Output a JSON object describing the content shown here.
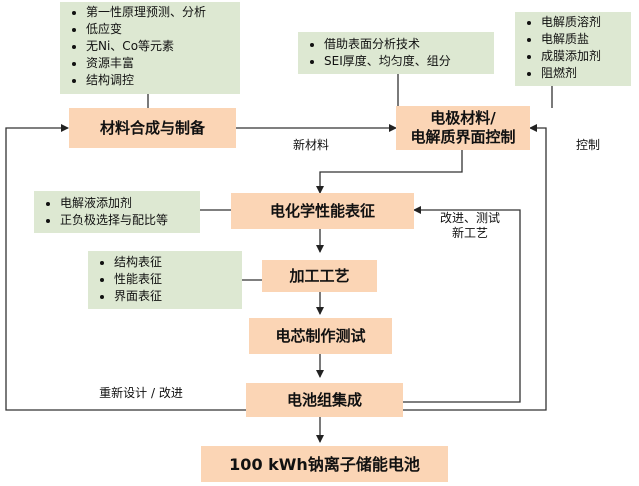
{
  "notes": {
    "synthesis": [
      "第一性原理预测、分析",
      "低应变",
      "无Ni、Co等元素",
      "资源丰富",
      "结构调控"
    ],
    "surface": [
      "借助表面分析技术",
      "SEI厚度、均匀度、组分"
    ],
    "electrolyte": [
      "电解质溶剂",
      "电解质盐",
      "成膜添加剂",
      "阻燃剂"
    ],
    "electrochem": [
      "电解液添加剂",
      "正负极选择与配比等"
    ],
    "processing": [
      "结构表征",
      "性能表征",
      "界面表征"
    ]
  },
  "boxes": {
    "synthesis": "材料合成与制备",
    "interface_line1": "电极材料/",
    "interface_line2": "电解质界面控制",
    "electrochem": "电化学性能表征",
    "processing": "加工工艺",
    "cell": "电芯制作测试",
    "pack": "电池组集成",
    "final": "100 kWh钠离子储能电池"
  },
  "labels": {
    "new_material": "新材料",
    "control": "控制",
    "improve_line1": "改进、测试",
    "improve_line2": "新工艺",
    "redesign": "重新设计 / 改进"
  }
}
